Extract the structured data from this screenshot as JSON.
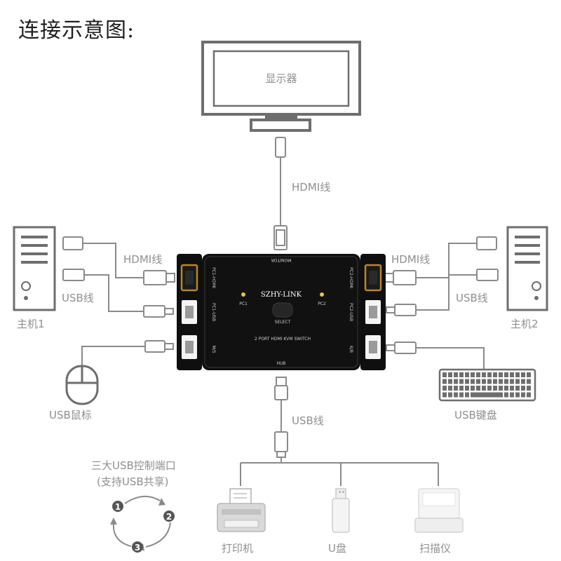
{
  "title": "连接示意图:",
  "monitor": {
    "label": "显示器"
  },
  "host_left": {
    "label": "主机1"
  },
  "host_right": {
    "label": "主机2"
  },
  "cables": {
    "hdmi_top": "HDMI线",
    "hdmi_left": "HDMI线",
    "usb_left": "USB线",
    "hdmi_right": "HDMI线",
    "usb_right": "USB线",
    "usb_bottom": "USB线"
  },
  "mouse": {
    "label": "USB鼠标"
  },
  "keyboard": {
    "label": "USB键盘"
  },
  "usb_ports_note": {
    "line1": "三大USB控制端口",
    "line2": "(支持USB共享)"
  },
  "cycle_numbers": [
    "1",
    "2",
    "3"
  ],
  "peripherals": {
    "printer": "打印机",
    "udisk": "U盘",
    "scanner": "扫描仪"
  },
  "switch": {
    "monitor": "MONITOR",
    "brand": "SZHY-LINK",
    "pc1": "PC1",
    "pc2": "PC2",
    "select": "SELECT",
    "model": "2 PORT HDMI KVM SWITCH",
    "hub": "HUB",
    "left_hdmi": "PC1-HDMI",
    "left_usb": "PC1-USB",
    "left_ms": "M/S",
    "right_hdmi": "PC2-HDMI",
    "right_usb": "PC2-USB",
    "right_kb": "K/B"
  }
}
